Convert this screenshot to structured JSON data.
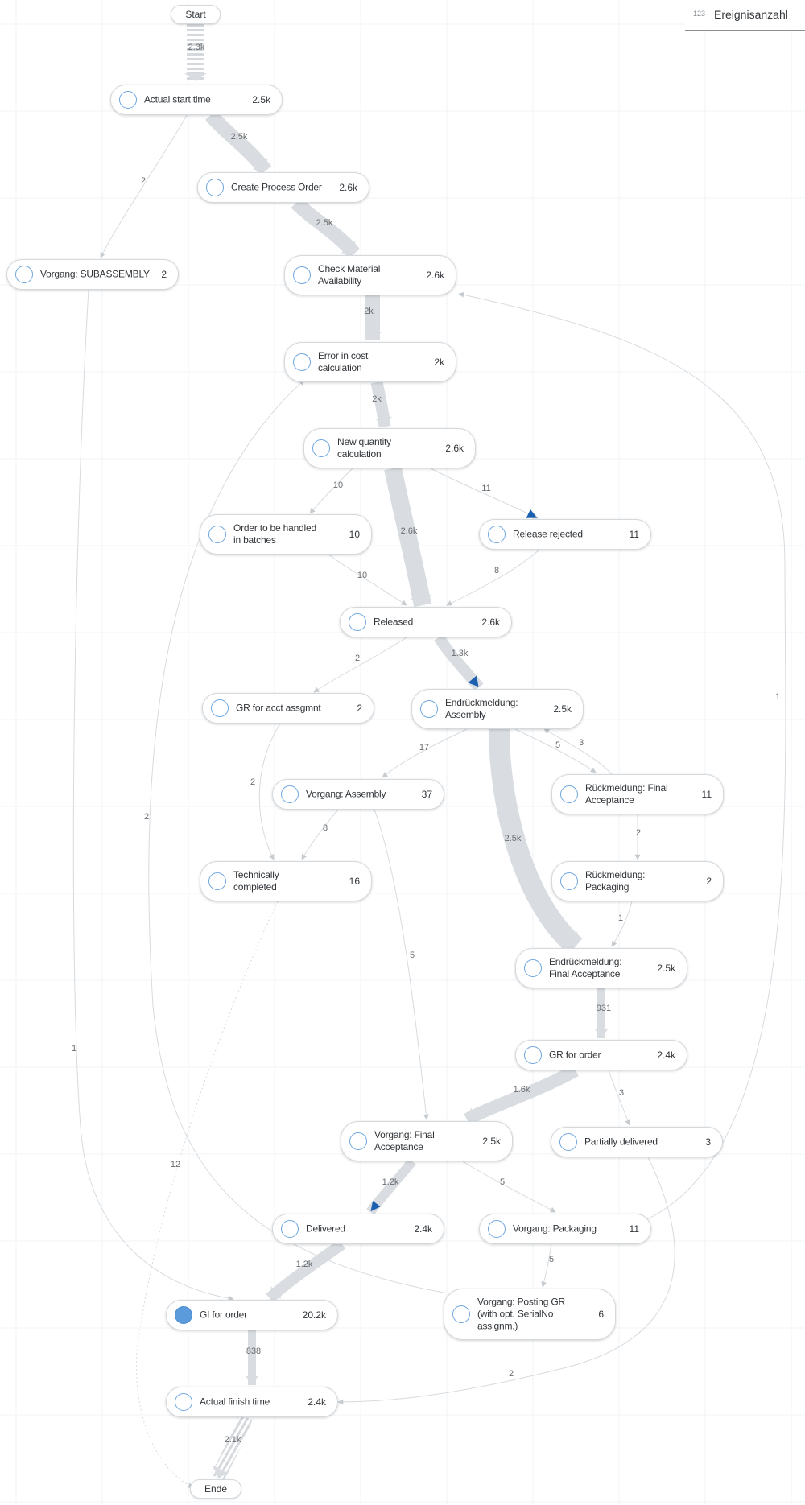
{
  "legend": {
    "icon": "123",
    "label": "Ereignisanzahl"
  },
  "terminals": {
    "start": "Start",
    "end": "Ende"
  },
  "nodes": [
    {
      "id": "actual_start",
      "label": "Actual start time",
      "count": "2.5k"
    },
    {
      "id": "create_order",
      "label": "Create Process Order",
      "count": "2.6k"
    },
    {
      "id": "vorgang_subassembly",
      "label": "Vorgang: SUBASSEMBLY",
      "count": "2"
    },
    {
      "id": "check_material",
      "label": "Check Material\nAvailability",
      "count": "2.6k"
    },
    {
      "id": "error_cost",
      "label": "Error in cost\ncalculation",
      "count": "2k"
    },
    {
      "id": "new_quantity",
      "label": "New quantity\ncalculation",
      "count": "2.6k"
    },
    {
      "id": "order_batches",
      "label": "Order to be handled\nin batches",
      "count": "10"
    },
    {
      "id": "release_rejected",
      "label": "Release rejected",
      "count": "11"
    },
    {
      "id": "released",
      "label": "Released",
      "count": "2.6k"
    },
    {
      "id": "gr_acct",
      "label": "GR for acct assgmnt",
      "count": "2"
    },
    {
      "id": "endr_assembly",
      "label": "Endrückmeldung:\nAssembly",
      "count": "2.5k"
    },
    {
      "id": "vorgang_assembly",
      "label": "Vorgang: Assembly",
      "count": "37"
    },
    {
      "id": "rueck_final",
      "label": "Rückmeldung: Final\nAcceptance",
      "count": "11"
    },
    {
      "id": "tech_completed",
      "label": "Technically\ncompleted",
      "count": "16"
    },
    {
      "id": "rueck_packaging",
      "label": "Rückmeldung:\nPackaging",
      "count": "2"
    },
    {
      "id": "endr_final",
      "label": "Endrückmeldung:\nFinal Acceptance",
      "count": "2.5k"
    },
    {
      "id": "gr_order",
      "label": "GR for order",
      "count": "2.4k"
    },
    {
      "id": "vorgang_final",
      "label": "Vorgang: Final\nAcceptance",
      "count": "2.5k"
    },
    {
      "id": "partially_delivered",
      "label": "Partially delivered",
      "count": "3"
    },
    {
      "id": "delivered",
      "label": "Delivered",
      "count": "2.4k"
    },
    {
      "id": "vorgang_packaging",
      "label": "Vorgang: Packaging",
      "count": "11"
    },
    {
      "id": "vorgang_posting",
      "label": "Vorgang: Posting GR\n(with opt. SerialNo\nassignm.)",
      "count": "6"
    },
    {
      "id": "gi_order",
      "label": "GI for order",
      "count": "20.2k"
    },
    {
      "id": "actual_finish",
      "label": "Actual finish time",
      "count": "2.4k"
    }
  ],
  "edges": [
    {
      "from": "start",
      "to": "actual_start",
      "label": "2.3k"
    },
    {
      "from": "actual_start",
      "to": "create_order",
      "label": "2.5k"
    },
    {
      "from": "actual_start",
      "to": "vorgang_subassembly",
      "label": "2"
    },
    {
      "from": "create_order",
      "to": "check_material",
      "label": "2.5k"
    },
    {
      "from": "check_material",
      "to": "error_cost",
      "label": "2k"
    },
    {
      "from": "error_cost",
      "to": "new_quantity",
      "label": "2k"
    },
    {
      "from": "new_quantity",
      "to": "order_batches",
      "label": "10"
    },
    {
      "from": "new_quantity",
      "to": "release_rejected",
      "label": "11"
    },
    {
      "from": "new_quantity",
      "to": "released",
      "label": "2.6k"
    },
    {
      "from": "order_batches",
      "to": "released",
      "label": "10"
    },
    {
      "from": "release_rejected",
      "to": "released",
      "label": "8"
    },
    {
      "from": "released",
      "to": "gr_acct",
      "label": "2"
    },
    {
      "from": "released",
      "to": "endr_assembly",
      "label": "1.3k"
    },
    {
      "from": "endr_assembly",
      "to": "vorgang_assembly",
      "label": "17"
    },
    {
      "from": "endr_assembly",
      "to": "rueck_final",
      "label": "5"
    },
    {
      "from": "rueck_final",
      "to": "endr_assembly",
      "label": "3"
    },
    {
      "from": "endr_assembly",
      "to": "endr_final",
      "label": "2.5k"
    },
    {
      "from": "gr_acct",
      "to": "tech_completed",
      "label": "2"
    },
    {
      "from": "vorgang_assembly",
      "to": "tech_completed",
      "label": "8"
    },
    {
      "from": "vorgang_assembly",
      "to": "vorgang_final",
      "label": "5"
    },
    {
      "from": "rueck_final",
      "to": "rueck_packaging",
      "label": "2"
    },
    {
      "from": "rueck_packaging",
      "to": "endr_final",
      "label": "1"
    },
    {
      "from": "endr_final",
      "to": "gr_order",
      "label": "931"
    },
    {
      "from": "gr_order",
      "to": "vorgang_final",
      "label": "1.6k"
    },
    {
      "from": "gr_order",
      "to": "partially_delivered",
      "label": "3"
    },
    {
      "from": "vorgang_final",
      "to": "delivered",
      "label": "1.2k"
    },
    {
      "from": "vorgang_final",
      "to": "vorgang_packaging",
      "label": "5"
    },
    {
      "from": "vorgang_packaging",
      "to": "vorgang_posting",
      "label": "5"
    },
    {
      "from": "vorgang_packaging",
      "to": "check_material",
      "label": "1"
    },
    {
      "from": "delivered",
      "to": "gi_order",
      "label": "1.2k"
    },
    {
      "from": "vorgang_subassembly",
      "to": "gi_order",
      "label": "1"
    },
    {
      "from": "vorgang_posting",
      "to": "error_cost",
      "label": "2"
    },
    {
      "from": "tech_completed",
      "to": "end",
      "label": "12"
    },
    {
      "from": "gi_order",
      "to": "actual_finish",
      "label": "838"
    },
    {
      "from": "partially_delivered",
      "to": "actual_finish",
      "label": "2"
    },
    {
      "from": "actual_finish",
      "to": "end",
      "label": "2.1k"
    }
  ]
}
